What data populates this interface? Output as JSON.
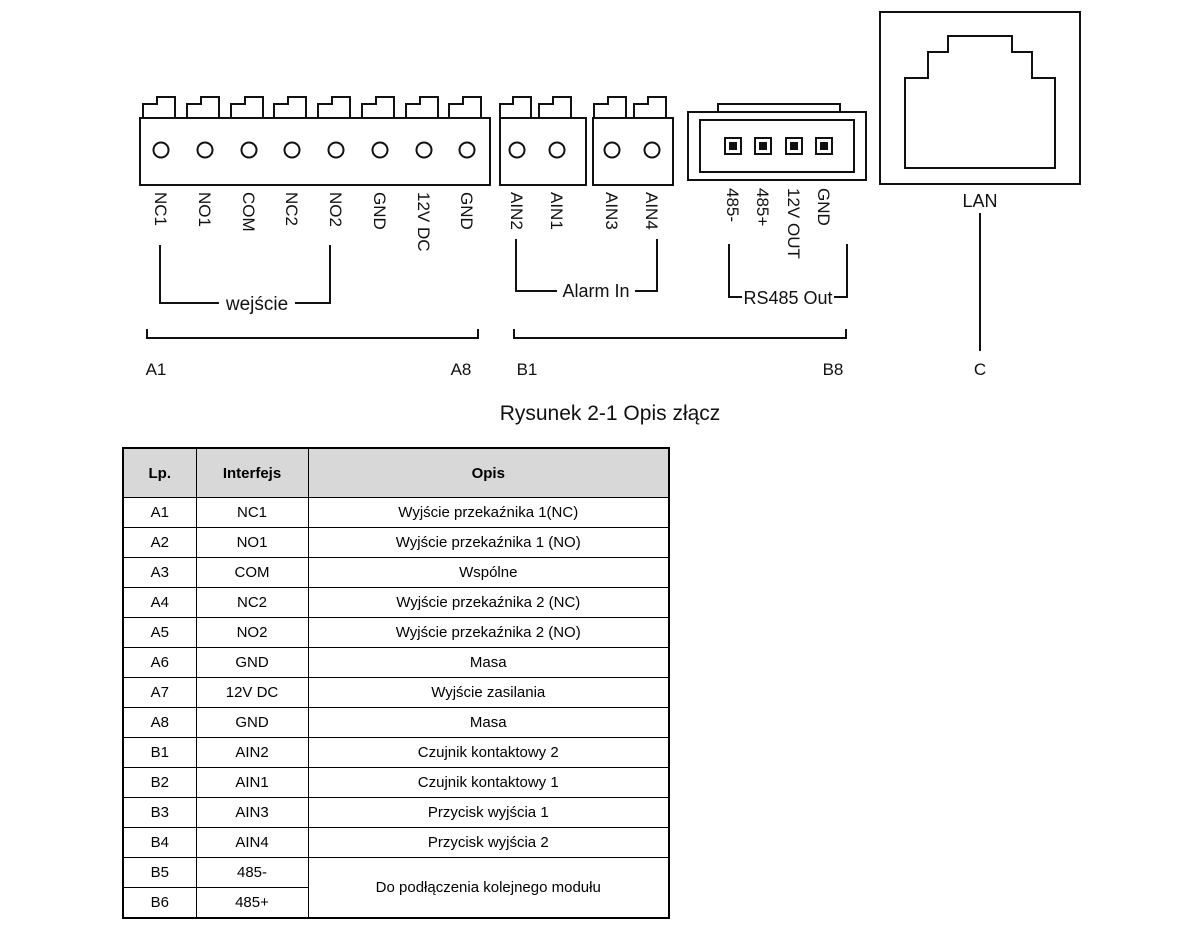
{
  "caption": "Rysunek 2-1 Opis złącz",
  "diagram": {
    "block_a": {
      "pins": [
        "NC1",
        "NO1",
        "COM",
        "NC2",
        "NO2",
        "GND",
        "12V DC",
        "GND"
      ]
    },
    "block_b": {
      "pins": [
        "AIN2",
        "AIN1",
        "AIN3",
        "AIN4"
      ]
    },
    "rs485": {
      "pins": [
        "485-",
        "485+",
        "12V OUT",
        "GND"
      ]
    },
    "labels": {
      "wejscie": "wejście",
      "alarm_in": "Alarm In",
      "rs485_out": "RS485 Out",
      "lan": "LAN"
    },
    "ranges": {
      "a_start": "A1",
      "a_end": "A8",
      "b_start": "B1",
      "b_end": "B8",
      "c": "C"
    }
  },
  "table": {
    "headers": [
      "Lp.",
      "Interfejs",
      "Opis"
    ],
    "rows": [
      {
        "lp": "A1",
        "interfejs": "NC1",
        "opis": "Wyjście przekaźnika 1(NC)"
      },
      {
        "lp": "A2",
        "interfejs": "NO1",
        "opis": "Wyjście przekaźnika 1 (NO)"
      },
      {
        "lp": "A3",
        "interfejs": "COM",
        "opis": "Wspólne"
      },
      {
        "lp": "A4",
        "interfejs": "NC2",
        "opis": "Wyjście przekaźnika 2 (NC)"
      },
      {
        "lp": "A5",
        "interfejs": "NO2",
        "opis": "Wyjście przekaźnika 2 (NO)"
      },
      {
        "lp": "A6",
        "interfejs": "GND",
        "opis": "Masa"
      },
      {
        "lp": "A7",
        "interfejs": "12V DC",
        "opis": "Wyjście zasilania"
      },
      {
        "lp": "A8",
        "interfejs": "GND",
        "opis": "Masa"
      },
      {
        "lp": "B1",
        "interfejs": "AIN2",
        "opis": "Czujnik kontaktowy 2"
      },
      {
        "lp": "B2",
        "interfejs": "AIN1",
        "opis": "Czujnik kontaktowy 1"
      },
      {
        "lp": "B3",
        "interfejs": "AIN3",
        "opis": "Przycisk wyjścia 1"
      },
      {
        "lp": "B4",
        "interfejs": "AIN4",
        "opis": "Przycisk wyjścia 2"
      },
      {
        "lp": "B5",
        "interfejs": "485-",
        "opis": "Do podłączenia kolejnego modułu"
      },
      {
        "lp": "B6",
        "interfejs": "485+"
      }
    ]
  }
}
